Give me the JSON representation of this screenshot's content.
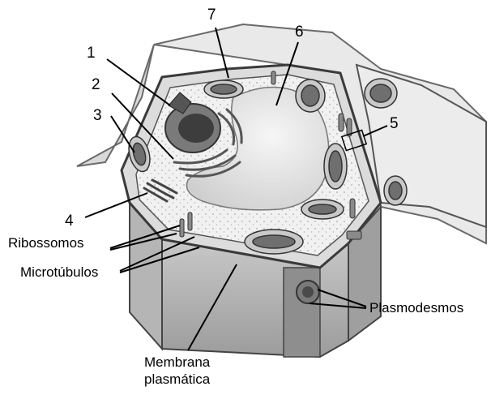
{
  "labels": {
    "n1": "1",
    "n2": "2",
    "n3": "3",
    "n4": "4",
    "n5": "5",
    "n6": "6",
    "n7": "7",
    "ribossomos": "Ribossomos",
    "microtubulos": "Microtúbulos",
    "plasmodesmos": "Plasmodesmos",
    "membrana_l1": "Membrana",
    "membrana_l2": "plasmática"
  },
  "colors": {
    "wall_dark": "#5a5a5a",
    "wall_mid": "#9a9a9a",
    "wall_light": "#d6d6d6",
    "cytoplasm": "#efefef",
    "vacuole": "#e4e4e4",
    "organelle": "#6a6a6a",
    "line": "#000000"
  }
}
